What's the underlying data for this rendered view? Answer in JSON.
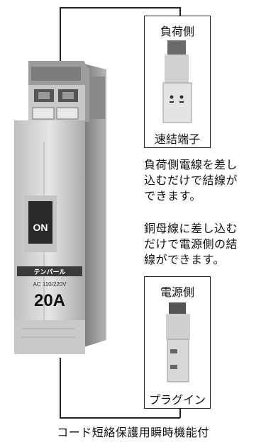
{
  "load_panel": {
    "title": "負荷側",
    "caption": "速結端子"
  },
  "load_description": [
    "負荷側電線を差し",
    "込むだけで結線が",
    "できます。"
  ],
  "source_description": [
    "銅母線に差し込む",
    "だけで電源側の結",
    "線ができます。"
  ],
  "source_panel": {
    "title": "電源側",
    "caption": "プラグイン"
  },
  "breaker": {
    "switch_label": "ON",
    "brand_plate": "テンパール",
    "voltage_label": "AC 110/220V",
    "rating": "20A"
  },
  "footer_caption": "コード短絡保護用瞬時機能付"
}
